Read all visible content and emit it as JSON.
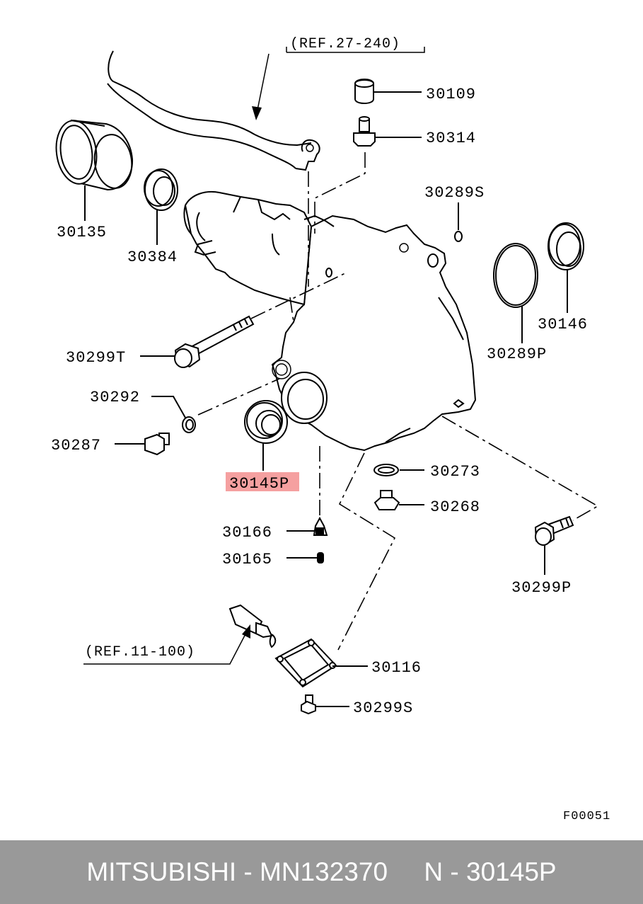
{
  "references": {
    "top": "(REF.27-240)",
    "bottom": "(REF.11-100)"
  },
  "parts": {
    "p30109": "30109",
    "p30314": "30314",
    "p30289s": "30289S",
    "p30146": "30146",
    "p30289p": "30289P",
    "p30135": "30135",
    "p30384": "30384",
    "p30299t": "30299T",
    "p30292": "30292",
    "p30287": "30287",
    "p30145p": "30145P",
    "p30273": "30273",
    "p30268": "30268",
    "p30166": "30166",
    "p30165": "30165",
    "p30299p": "30299P",
    "p30116": "30116",
    "p30299s": "30299S"
  },
  "highlight_color": "#f5a0a0",
  "figure_code": "F00051",
  "footer": {
    "text": "MITSUBISHI - MN132370     N - 30145P"
  }
}
